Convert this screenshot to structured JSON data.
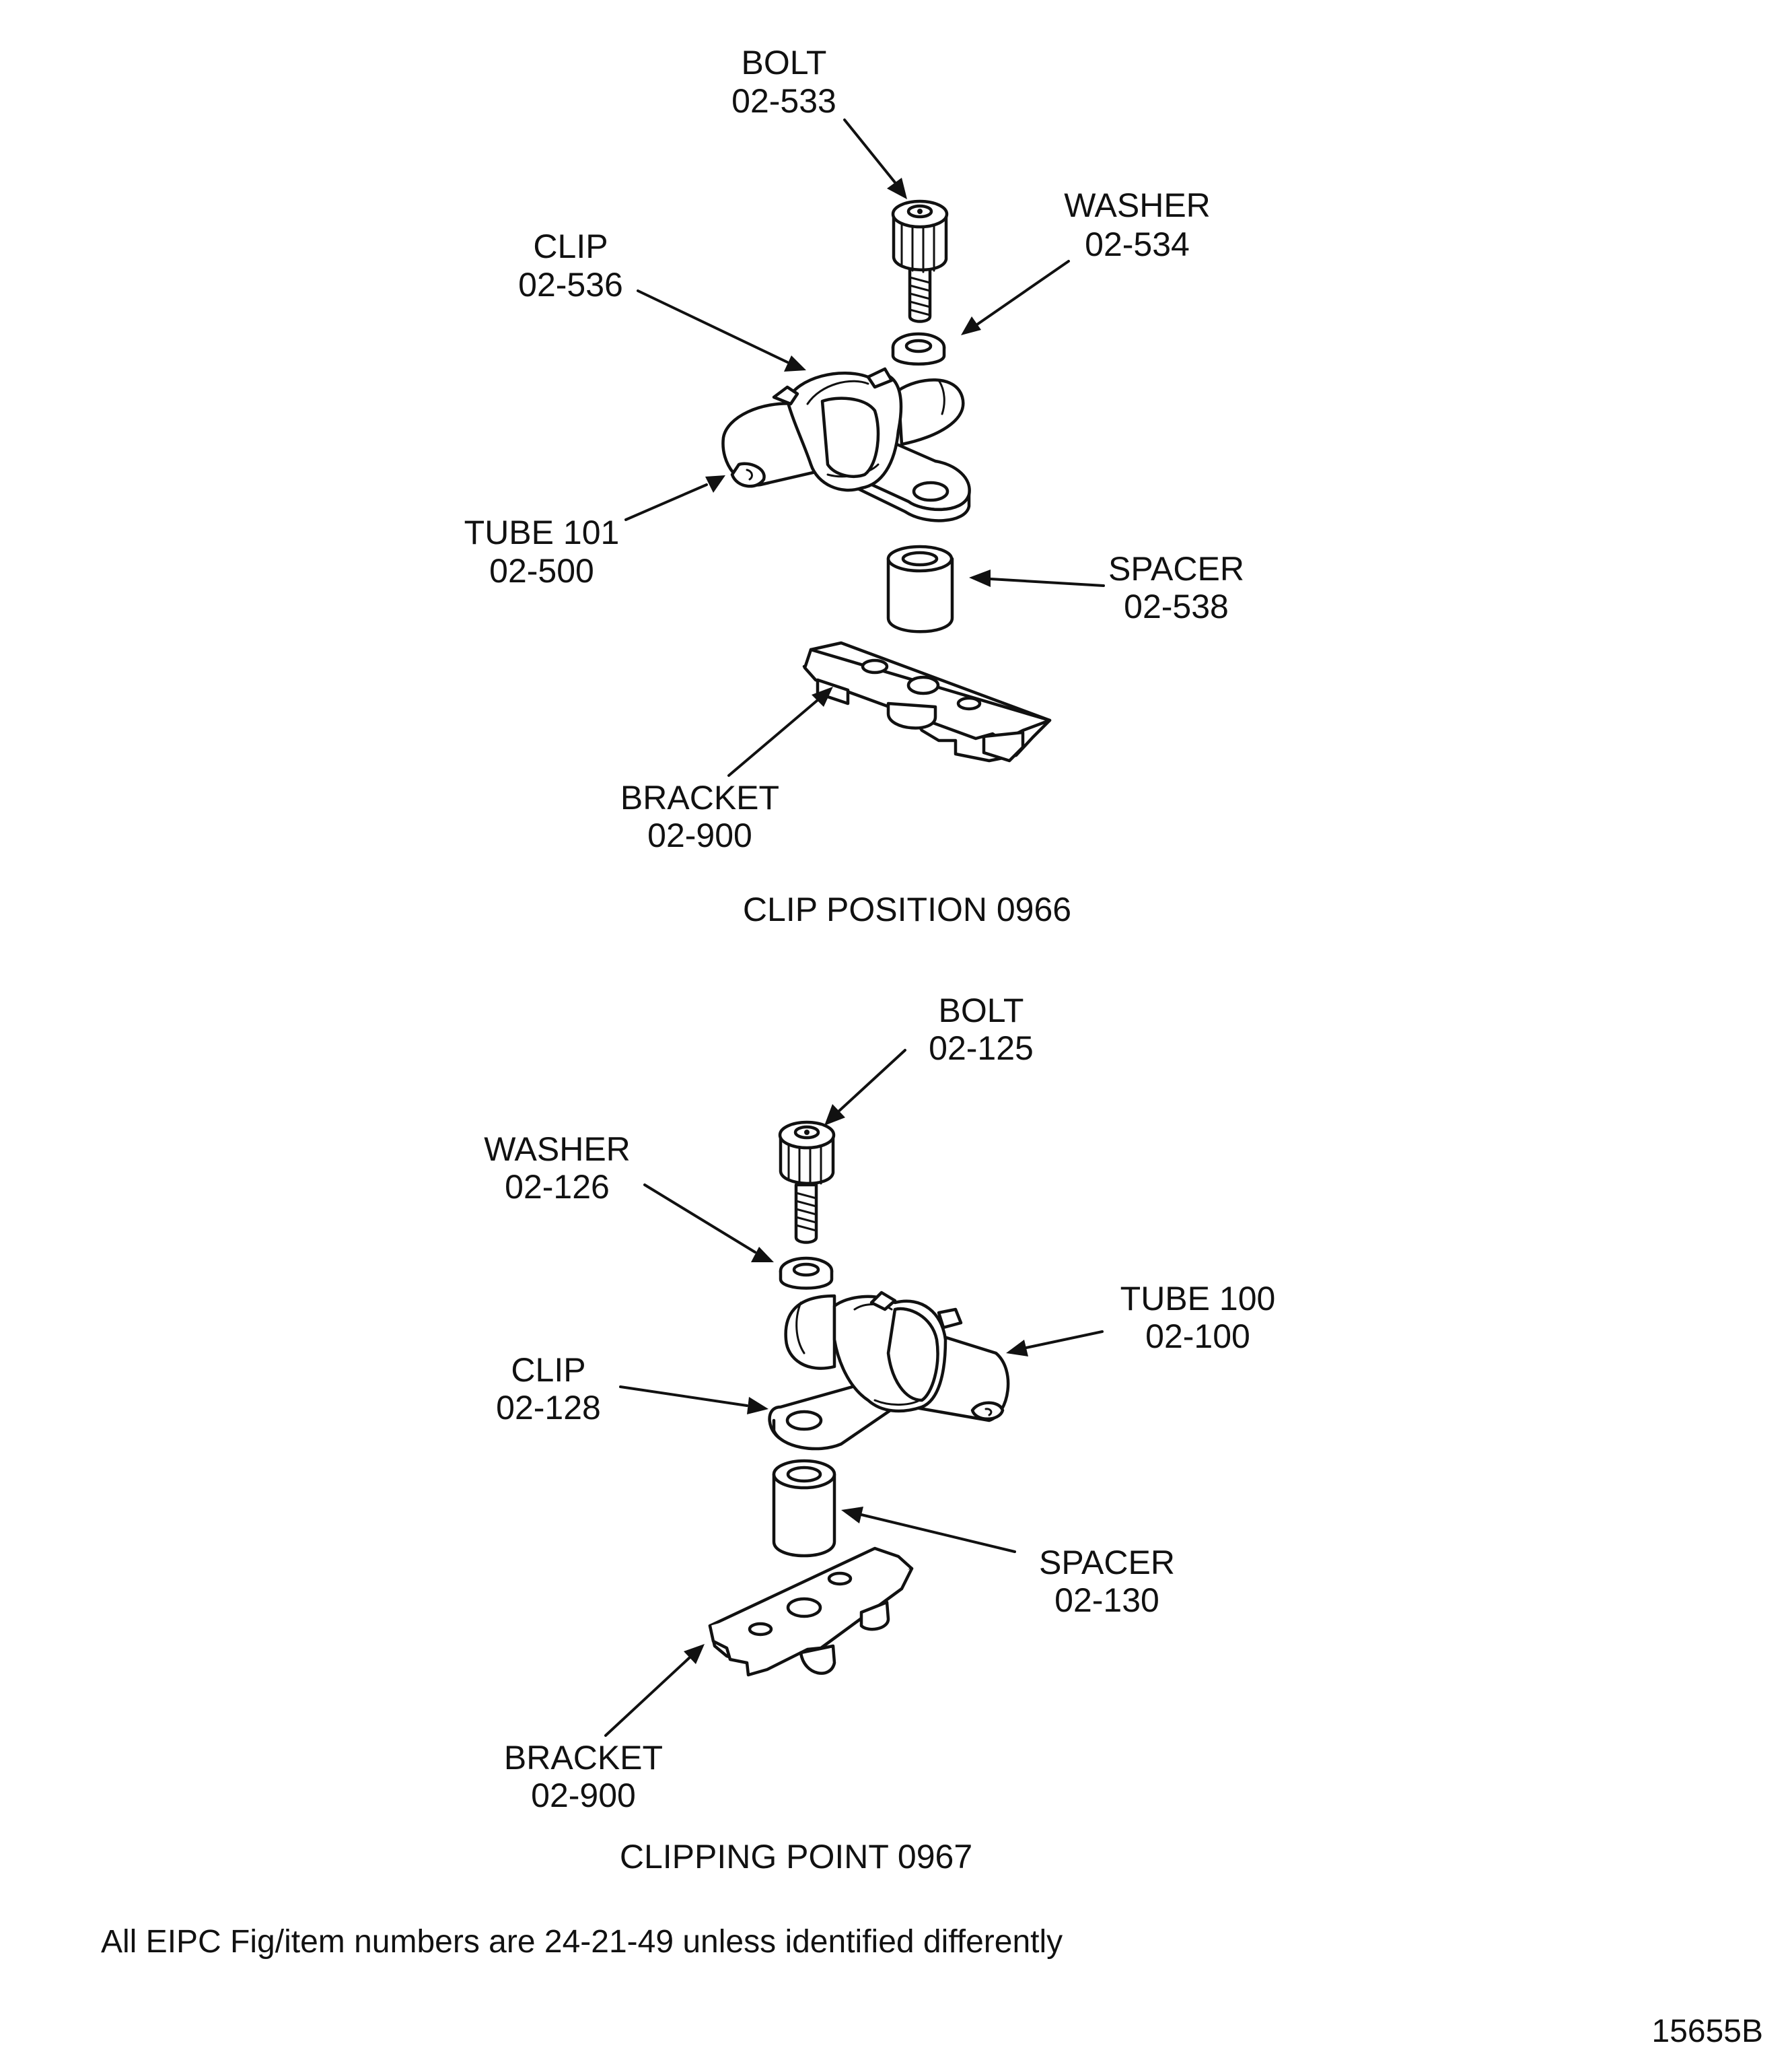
{
  "top_figure": {
    "caption": "CLIP POSITION 0966",
    "labels": {
      "bolt": [
        "BOLT",
        "02-533"
      ],
      "washer": [
        "WASHER",
        "02-534"
      ],
      "clip": [
        "CLIP",
        "02-536"
      ],
      "tube": [
        "TUBE 101",
        "02-500"
      ],
      "spacer": [
        "SPACER",
        "02-538"
      ],
      "bracket": [
        "BRACKET",
        "02-900"
      ]
    }
  },
  "bottom_figure": {
    "caption": "CLIPPING POINT 0967",
    "labels": {
      "bolt": [
        "BOLT",
        "02-125"
      ],
      "washer": [
        "WASHER",
        "02-126"
      ],
      "tube": [
        "TUBE 100",
        "02-100"
      ],
      "clip": [
        "CLIP",
        "02-128"
      ],
      "spacer": [
        "SPACER",
        "02-130"
      ],
      "bracket": [
        "BRACKET",
        "02-900"
      ]
    }
  },
  "footnote": "All EIPC Fig/item numbers are 24-21-49 unless identified differently",
  "figure_id": "15655B"
}
